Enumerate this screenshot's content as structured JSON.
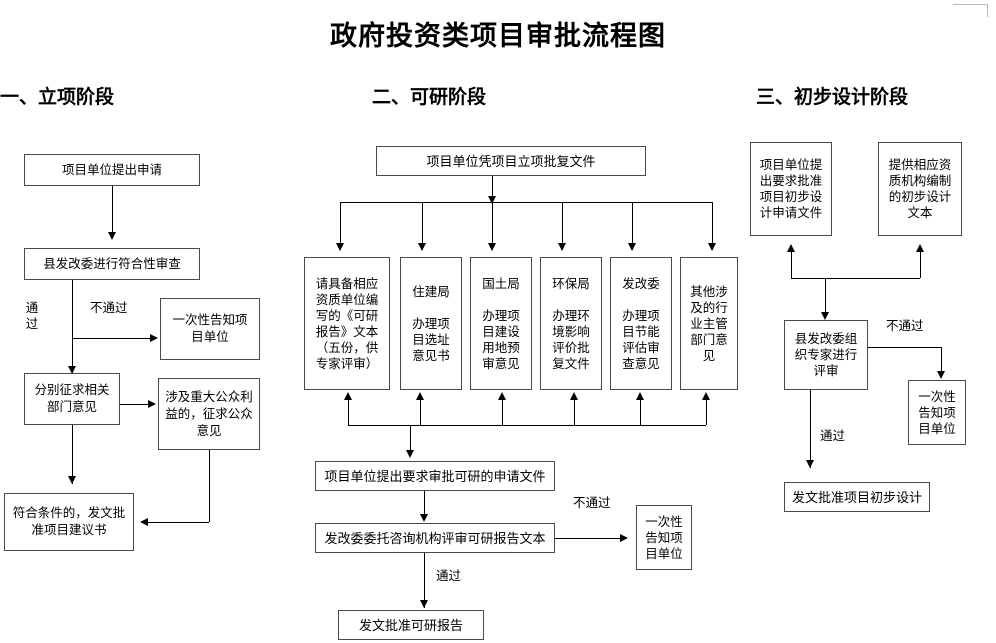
{
  "document": {
    "title": "政府投资类项目审批流程图"
  },
  "sections": [
    {
      "id": "stage1",
      "label": "一、立项阶段"
    },
    {
      "id": "stage2",
      "label": "二、可研阶段"
    },
    {
      "id": "stage3",
      "label": "三、初步设计阶段"
    }
  ],
  "stage1": {
    "nodes": {
      "apply": "项目单位提出申请",
      "review": "县发改委进行符合性审查",
      "notify_once": "一次性告知项\n目单位",
      "collect_dept": "分别征求相关\n部门意见",
      "public_opinion": "涉及重大公众利\n益的，征求公众\n意见",
      "approve_proposal": "符合条件的，发文批\n准项目建议书"
    },
    "edges": {
      "pass": "通\n过",
      "fail": "不通过"
    }
  },
  "stage2": {
    "nodes": {
      "start": "项目单位凭项目立项批复文件",
      "parallel": [
        "请具备相应\n资质单位编\n写的《可研\n报告》文本\n（五份，供\n专家评审）",
        "住建局\n\n办理项\n目选址\n意见书",
        "国土局\n\n办理项\n目建设\n用地预\n审意见",
        "环保局\n\n办理环\n境影响\n评价批\n复文件",
        "发改委\n\n办理项\n目节能\n评估审\n查意见",
        "其他涉\n及的行\n业主管\n部门意\n见"
      ],
      "request": "项目单位提出要求审批可研的申请文件",
      "expert_review": "发改委委托咨询机构评审可研报告文本",
      "notify_once": "一次性\n告知项\n目单位",
      "approve_report": "发文批准可研报告"
    },
    "edges": {
      "fail": "不通过",
      "pass": "通过"
    }
  },
  "stage3": {
    "nodes": {
      "request": "项目单位提\n出要求批准\n项目初步设\n计申请文件",
      "design_text": "提供相应资\n质机构编制\n的初步设计\n文本",
      "expert_review": "县发改委组\n织专家进行\n评审",
      "notify_once": "一次性\n告知项\n目单位",
      "approve_design": "发文批准项目初步设计"
    },
    "edges": {
      "fail": "不通过",
      "pass": "通过"
    }
  }
}
